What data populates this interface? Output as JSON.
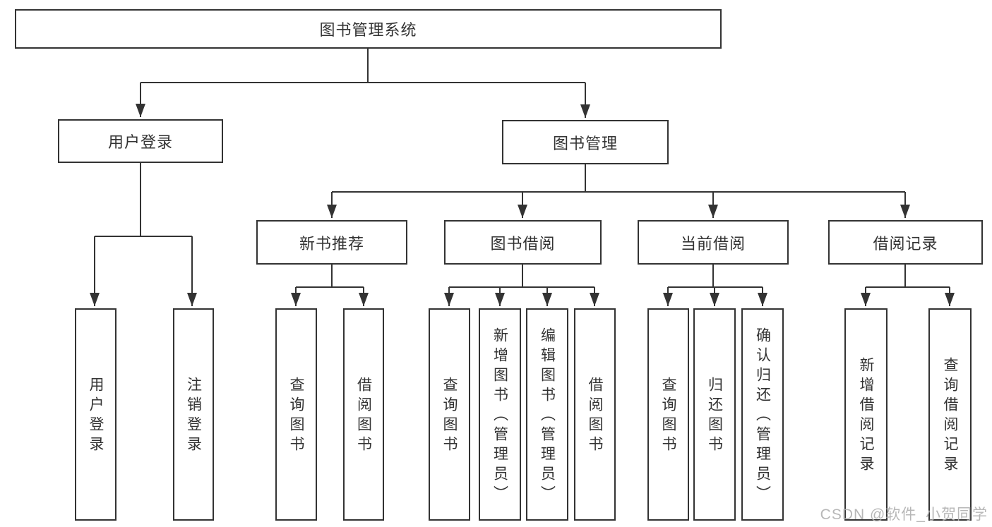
{
  "tree": {
    "root": "图书管理系统",
    "level2": [
      {
        "label": "用户登录",
        "leaves": [
          "用户登录",
          "注销登录"
        ]
      },
      {
        "label": "图书管理"
      }
    ],
    "level3": [
      {
        "label": "新书推荐",
        "leaves": [
          "查询图书",
          "借阅图书"
        ]
      },
      {
        "label": "图书借阅",
        "leaves": [
          "查询图书",
          "新增图书（管理员）",
          "编辑图书（管理员）",
          "借阅图书"
        ]
      },
      {
        "label": "当前借阅",
        "leaves": [
          "查询图书",
          "归还图书",
          "确认归还（管理员）"
        ]
      },
      {
        "label": "借阅记录",
        "leaves": [
          "新增借阅记录",
          "查询借阅记录"
        ]
      }
    ]
  },
  "watermark": {
    "text": "CSDN @软件_小贺同学"
  },
  "colors": {
    "line": "#333333",
    "box_border": "#333333",
    "text": "#333333",
    "watermark": "#b0b0b0",
    "background": "#ffffff"
  }
}
